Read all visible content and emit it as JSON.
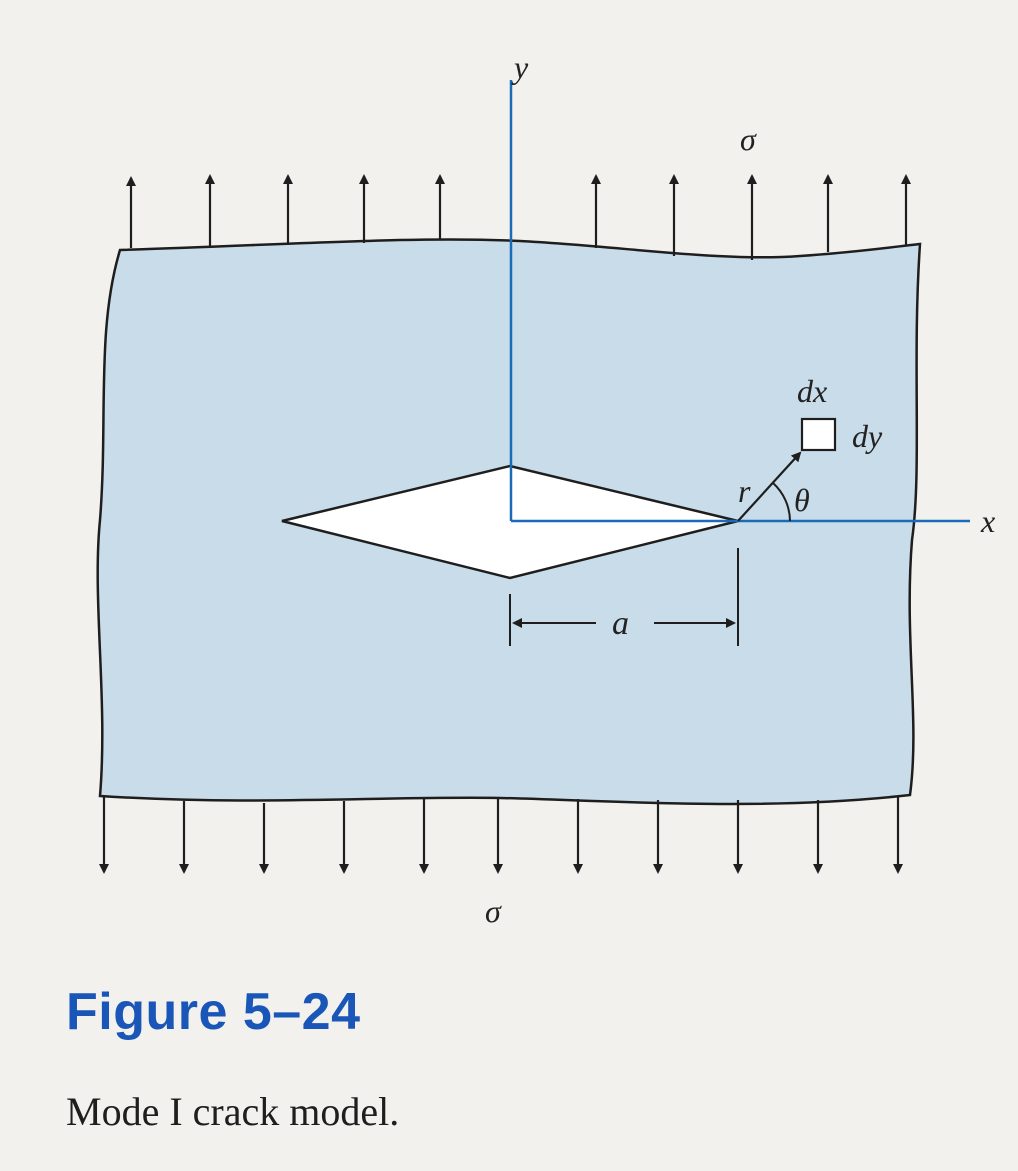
{
  "figure": {
    "number": "Figure 5–24",
    "caption": "Mode I crack model."
  },
  "labels": {
    "y_axis": "y",
    "x_axis": "x",
    "stress_top": "σ",
    "stress_bottom": "σ",
    "half_crack_length": "a",
    "radius": "r",
    "angle": "θ",
    "element_width": "dx",
    "element_height": "dy"
  },
  "colors": {
    "plate_fill": "#c9dce9",
    "axis": "#1a6cb8",
    "caption_number": "#1a56b8",
    "ink": "#1e1e1e"
  }
}
